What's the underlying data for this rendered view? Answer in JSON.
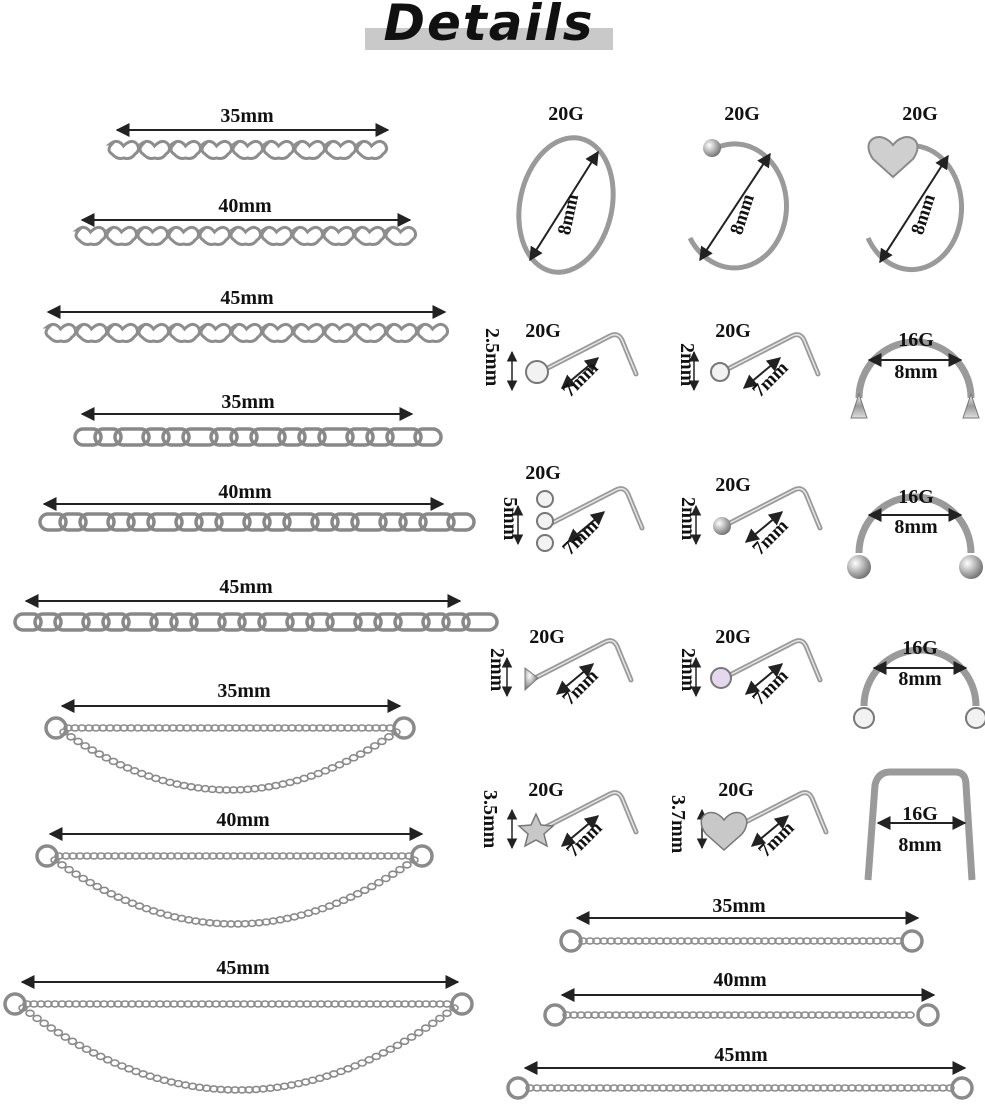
{
  "title": "Details",
  "left_column": {
    "heart_chains": [
      "35mm",
      "40mm",
      "45mm"
    ],
    "link_chains": [
      "35mm",
      "40mm",
      "45mm"
    ],
    "double_chains": [
      "35mm",
      "40mm",
      "45mm"
    ]
  },
  "nose_rings": [
    {
      "gauge": "20G",
      "diameter": "8mm"
    },
    {
      "gauge": "20G",
      "diameter": "8mm"
    },
    {
      "gauge": "20G",
      "diameter": "8mm"
    }
  ],
  "nose_screws": [
    {
      "gauge": "20G",
      "top": "2.5mm",
      "length": "7mm"
    },
    {
      "gauge": "20G",
      "top": "2mm",
      "length": "7mm"
    },
    {
      "gauge": "20G",
      "top": "5mm",
      "length": "7mm"
    },
    {
      "gauge": "20G",
      "top": "2mm",
      "length": "7mm"
    },
    {
      "gauge": "20G",
      "top": "2mm",
      "length": "7mm"
    },
    {
      "gauge": "20G",
      "top": "2mm",
      "length": "7mm"
    },
    {
      "gauge": "20G",
      "top": "3.5mm",
      "length": "7mm"
    },
    {
      "gauge": "20G",
      "top": "3.7mm",
      "length": "7mm"
    }
  ],
  "septum_rings": [
    {
      "gauge": "16G",
      "diameter": "8mm"
    },
    {
      "gauge": "16G",
      "diameter": "8mm"
    },
    {
      "gauge": "16G",
      "diameter": "8mm"
    },
    {
      "gauge": "16G",
      "diameter": "8mm"
    }
  ],
  "bottom_chains": [
    "35mm",
    "40mm",
    "45mm"
  ]
}
